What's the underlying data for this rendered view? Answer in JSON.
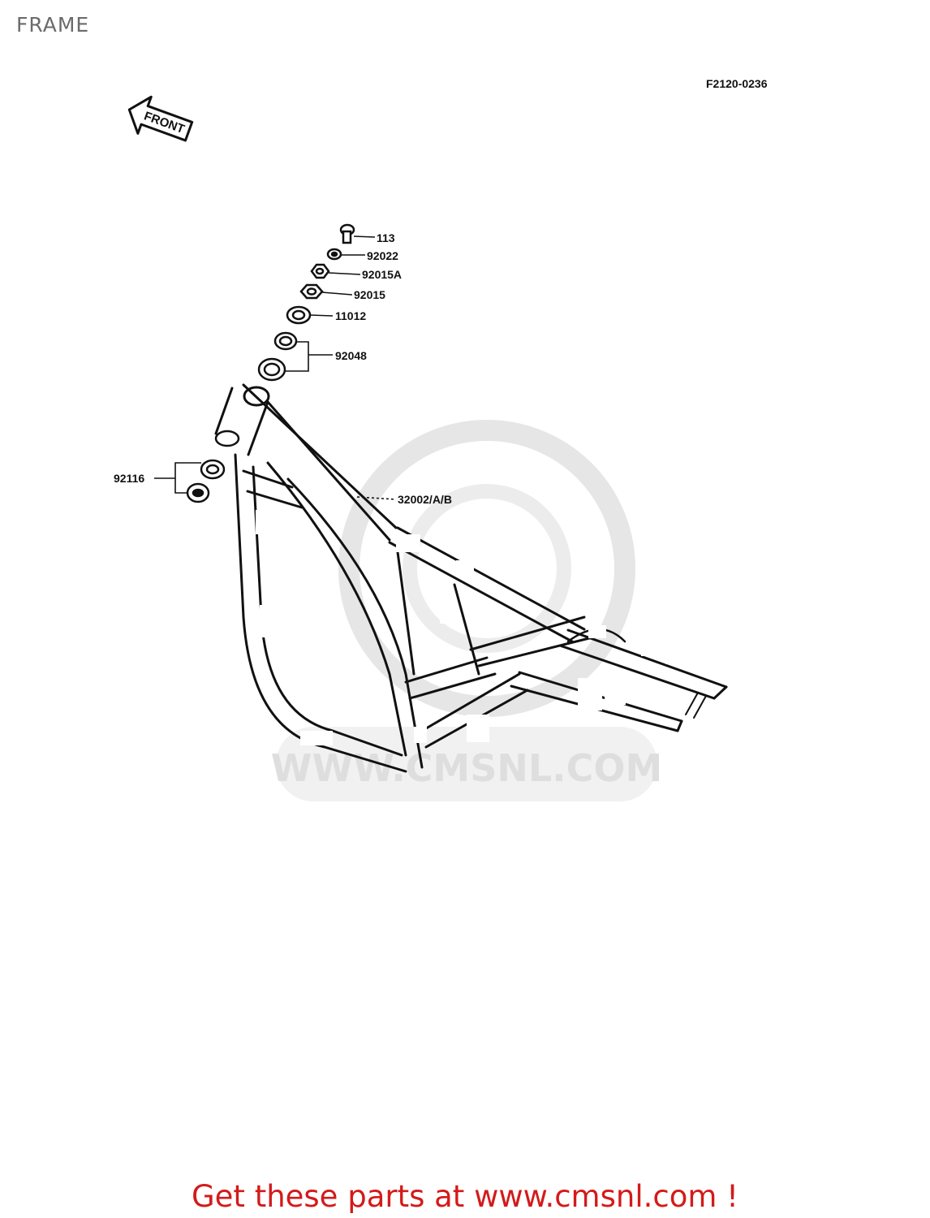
{
  "title": "FRAME",
  "diagram_code": "F2120-0236",
  "front_label": "FRONT",
  "watermark": "WWW.CMSNL.COM",
  "parts": [
    {
      "ref": "113"
    },
    {
      "ref": "92022"
    },
    {
      "ref": "92015A"
    },
    {
      "ref": "92015"
    },
    {
      "ref": "11012"
    },
    {
      "ref": "92048"
    },
    {
      "ref": "92116"
    },
    {
      "ref": "32002/A/B"
    }
  ],
  "cta": "Get these parts at www.cmsnl.com !",
  "colors": {
    "cta": "#d41a1a",
    "title": "#6b6b6b",
    "line": "#111111",
    "watermark": "#dedede"
  }
}
